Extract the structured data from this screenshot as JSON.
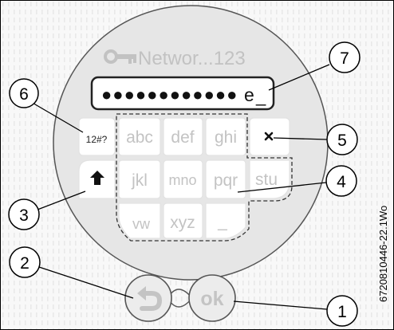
{
  "network": {
    "icon": "key-icon",
    "name": "Networ...123",
    "password_masked": "●●●●●●●●●●●●",
    "password_last_char": "e",
    "cursor": "_"
  },
  "keyboard": {
    "symbols_key": "12#?",
    "shift_icon": "shift-arrow-icon",
    "delete_icon": "delete-x-icon",
    "rows": [
      [
        "abc",
        "def",
        "ghi"
      ],
      [
        "jkl",
        "mno",
        "pqr",
        "stu"
      ],
      [
        "vw",
        "xyz",
        "_"
      ]
    ]
  },
  "buttons": {
    "back_icon": "back-arrow-icon",
    "ok": "ok"
  },
  "callouts": [
    "1",
    "2",
    "3",
    "4",
    "5",
    "6",
    "7"
  ],
  "doc_id": "6720810446-22.1Wo",
  "colors": {
    "bezel": "#e6e6e6",
    "key_face": "#ffffff",
    "key_text": "#c3c3c3",
    "password_text": "#111111",
    "outline": "#555555"
  }
}
